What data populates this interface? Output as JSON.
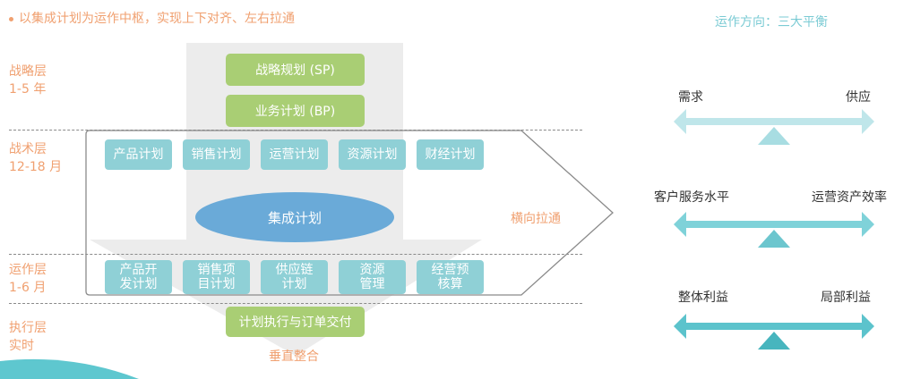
{
  "headline": "以集成计划为运作中枢，实现上下对齐、左右拉通",
  "right_title": "运作方向：三大平衡",
  "layers": [
    {
      "name": "战略层",
      "range": "1-5 年"
    },
    {
      "name": "战术层",
      "range": "12-18 月"
    },
    {
      "name": "运作层",
      "range": "1-6 月"
    },
    {
      "name": "执行层",
      "range": "实时"
    }
  ],
  "strategic_boxes": [
    "战略规划 (SP)",
    "业务计划 (BP)"
  ],
  "tactical_boxes": [
    "产品计划",
    "销售计划",
    "运营计划",
    "资源计划",
    "财经计划"
  ],
  "center": "集成计划",
  "horizontal_label": "横向拉通",
  "operational_boxes": [
    "产品开\n发计划",
    "销售项\n目计划",
    "供应链\n计划",
    "资源\n管理",
    "经营预\n核算"
  ],
  "execution_box": "计划执行与订单交付",
  "vertical_label": "垂直整合",
  "balances": [
    {
      "left": "需求",
      "right": "供应"
    },
    {
      "left": "客户服务水平",
      "right": "运营资产效率"
    },
    {
      "left": "整体利益",
      "right": "局部利益"
    }
  ],
  "colors": {
    "orange": "#f0a070",
    "teal": "#8fd0d6",
    "green": "#a9ce74",
    "blue": "#6aaad8",
    "arrow_gray": "#ececec"
  }
}
